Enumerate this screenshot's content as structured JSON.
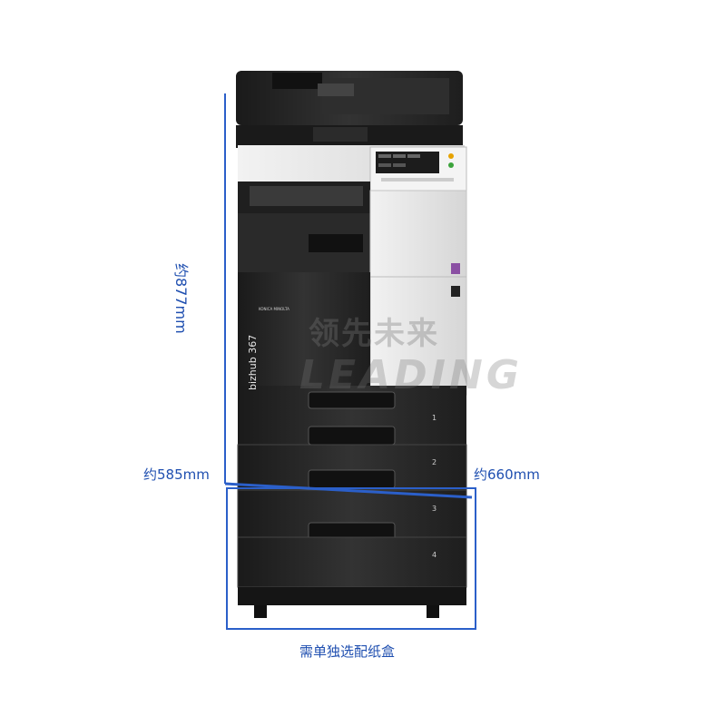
{
  "labels": {
    "height": "约877mm",
    "width": "约585mm",
    "depth": "约660mm",
    "tray_note": "需单独选配纸盒"
  },
  "watermark": {
    "cn": "领先未来",
    "en": "LEADING"
  },
  "product": {
    "model": "bizhub 367",
    "brand": "KONICA MINOLTA",
    "tray_numbers": [
      "1",
      "2",
      "3",
      "4"
    ]
  },
  "colors": {
    "dimension_lines": "#2b5fc9",
    "body_dark": "#2a2a2a",
    "body_light": "#e9e9e9"
  }
}
